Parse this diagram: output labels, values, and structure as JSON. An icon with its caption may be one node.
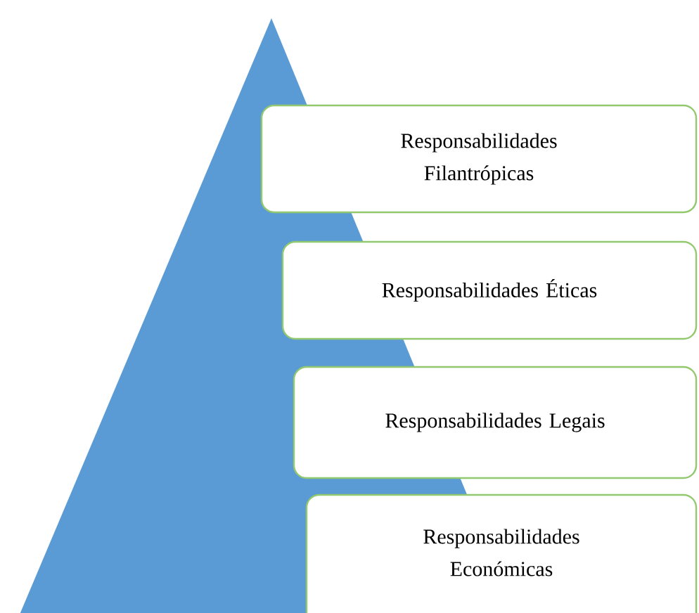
{
  "diagram": {
    "nodes": [
      {
        "text": [
          "Responsabilidades Filantrópicas"
        ]
      },
      {
        "text": [
          "Responsabilidades Éticas"
        ]
      },
      {
        "text": [
          "Responsabilidades Legais"
        ]
      },
      {
        "text": [
          "Responsabilidades Económicas"
        ]
      }
    ]
  }
}
